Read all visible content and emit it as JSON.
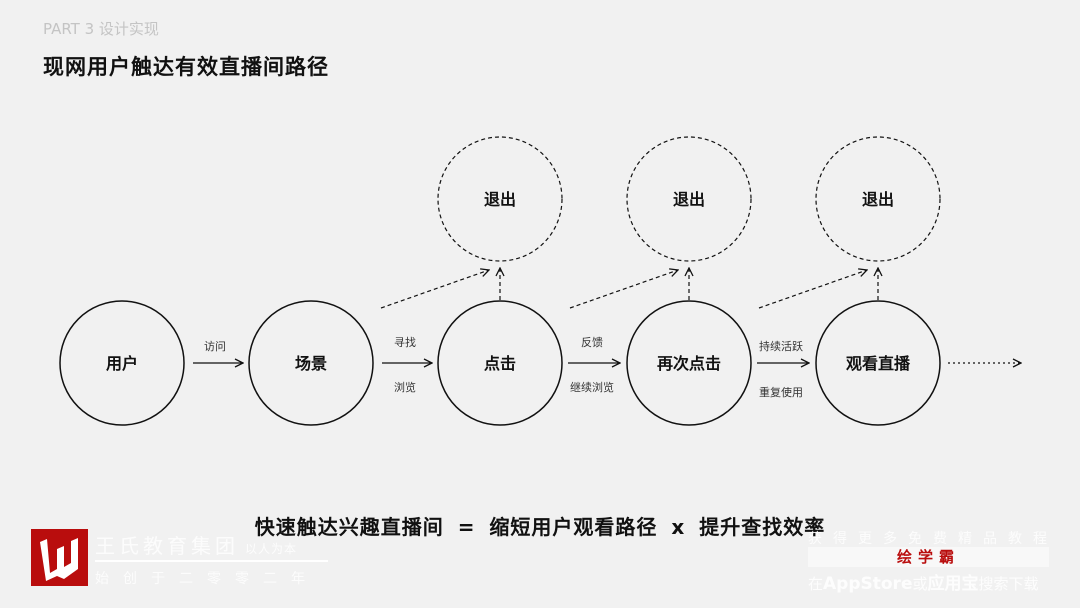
{
  "header": {
    "section": "PART 3 设计实现",
    "title": "现网用户触达有效直播间路径"
  },
  "nodes": [
    "用户",
    "场景",
    "点击",
    "再次点击",
    "观看直播"
  ],
  "exits": [
    "退出",
    "退出",
    "退出"
  ],
  "edges": [
    {
      "above": "访问",
      "below": ""
    },
    {
      "above": "寻找",
      "below": "浏览"
    },
    {
      "above": "反馈",
      "below": "继续浏览"
    },
    {
      "above": "持续活跃",
      "below": "重复使用"
    }
  ],
  "formula": "快速触达兴趣直播间 = 缩短用户观看路径 x 提升查找效率",
  "watermark": {
    "left_name": "王氏教育集团",
    "left_slogan": "以人为本",
    "left_sub": "始创于二零零二年",
    "right_top": "获得更多免费精品教程",
    "right_brand": "绘学霸",
    "right_bottom_a": "在",
    "right_bottom_b": "AppStore",
    "right_bottom_c": "或",
    "right_bottom_d": "应用宝",
    "right_bottom_e": "搜索下载"
  }
}
